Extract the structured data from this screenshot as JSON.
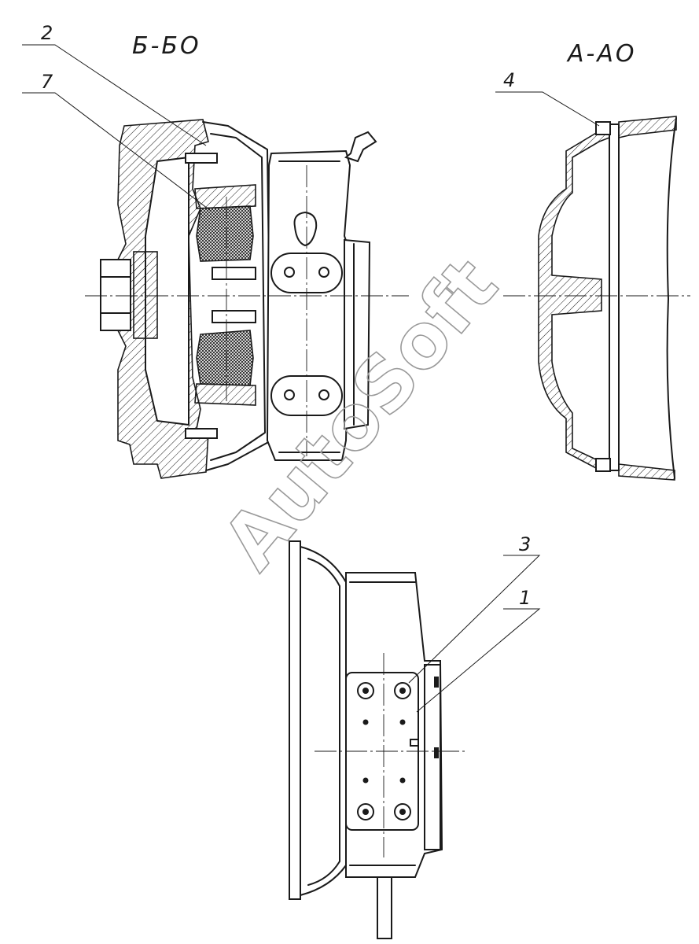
{
  "sections": {
    "left_title": "Б-БО",
    "right_title": "А-АО"
  },
  "callouts": [
    {
      "id": "c2",
      "label": "2"
    },
    {
      "id": "c7",
      "label": "7"
    },
    {
      "id": "c4",
      "label": "4"
    },
    {
      "id": "c3",
      "label": "3"
    },
    {
      "id": "c1",
      "label": "1"
    }
  ],
  "watermark": "AutoSoft"
}
